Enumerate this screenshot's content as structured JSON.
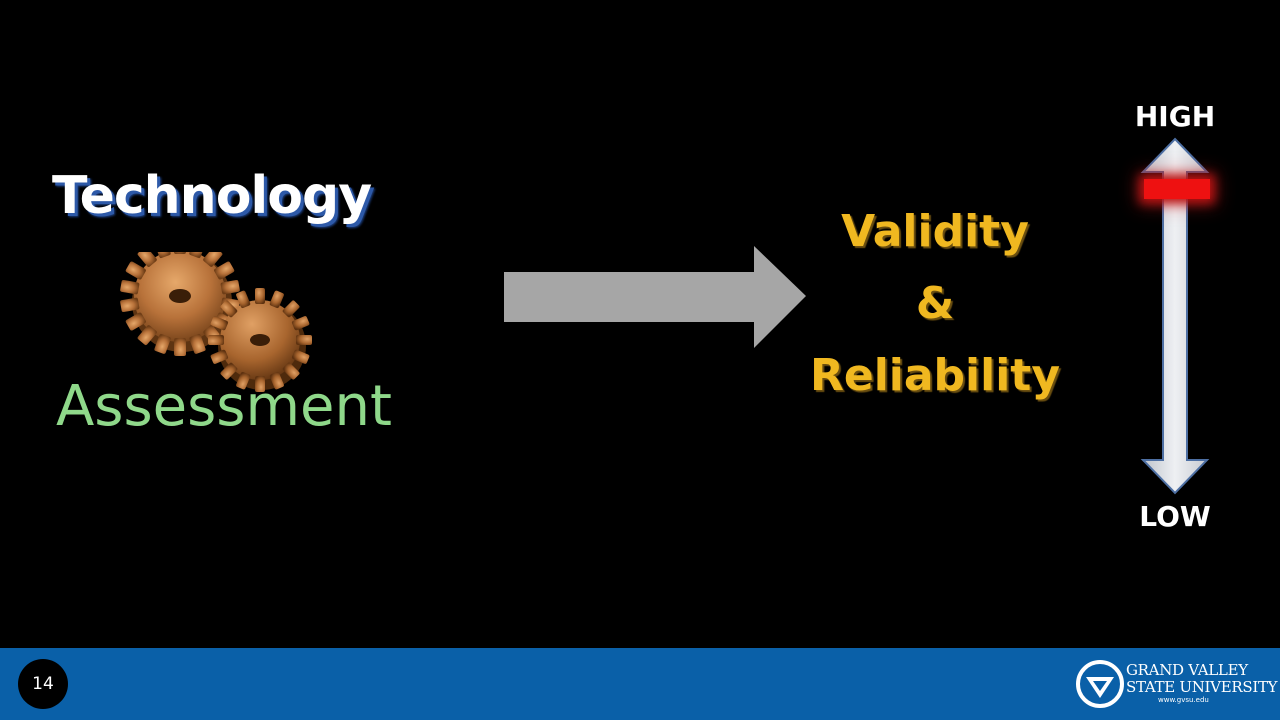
{
  "slide": {
    "left": {
      "title": "Technology",
      "subtitle": "Assessment",
      "gears_icon": "gears-icon",
      "title_color": "#ffffff",
      "subtitle_color": "#8fd88a"
    },
    "arrow": {
      "icon": "right-arrow-icon",
      "color": "#a6a6a6"
    },
    "right": {
      "line1": "Validity",
      "line2": "&",
      "line3": "Reliability",
      "color": "#f0b820"
    },
    "scale": {
      "high_label": "HIGH",
      "low_label": "LOW",
      "marker_color": "#ee1111",
      "level": "high"
    }
  },
  "footer": {
    "page_number": "14",
    "logo": {
      "line1": "GRAND VALLEY",
      "line2": "STATE UNIVERSITY",
      "url": "www.gvsu.edu",
      "icon": "gvsu-logo-icon"
    },
    "color": "#0a60a8"
  }
}
